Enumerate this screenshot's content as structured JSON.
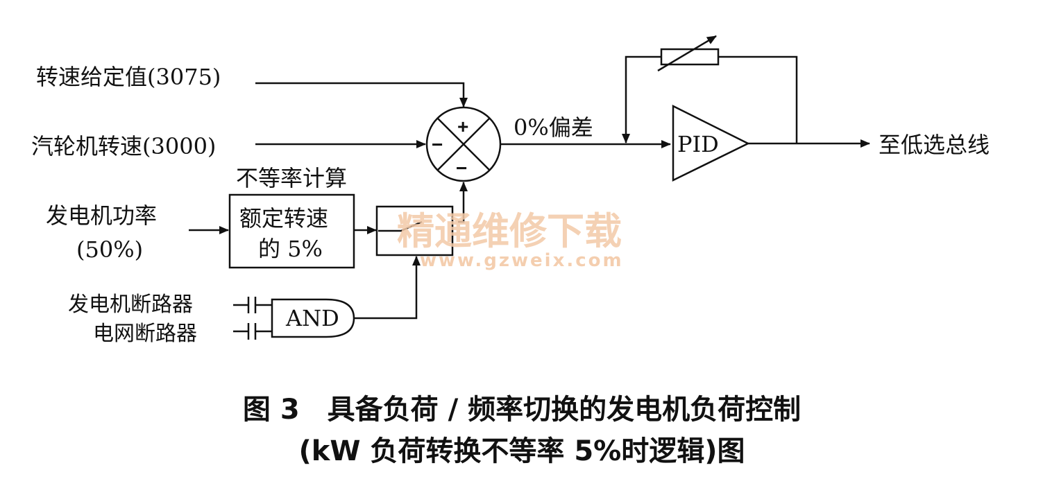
{
  "inputs": {
    "speed_setpoint": "转速给定值(3075)",
    "turbine_speed": "汽轮机转速(3000)",
    "gen_power_line1": "发电机功率",
    "gen_power_line2": "(50%)",
    "gen_breaker": "发电机断路器",
    "grid_breaker": "电网断路器"
  },
  "blocks": {
    "droop_title": "不等率计算",
    "droop_line1": "额定转速",
    "droop_line2": "的 5%",
    "and_gate": "AND",
    "pid": "PID"
  },
  "summing_junction": {
    "plus_top": "+",
    "minus_left": "−",
    "minus_bottom": "−"
  },
  "signals": {
    "error": "0%偏差",
    "output": "至低选总线"
  },
  "watermark": {
    "text": "精通维修下载",
    "url": "www.gzweix.com"
  },
  "caption": {
    "line1": "图 3　具备负荷 / 频率切换的发电机负荷控制",
    "line2": "(kW 负荷转换不等率 5%时逻辑)图"
  },
  "colors": {
    "line": "#111111",
    "watermark": "#f3c9a7"
  }
}
